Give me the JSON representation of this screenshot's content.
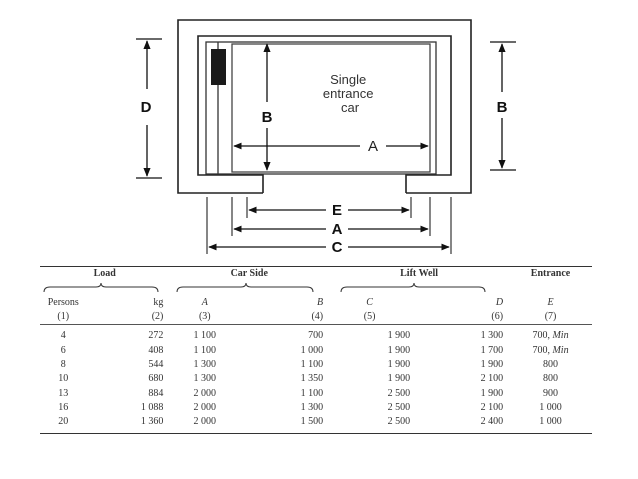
{
  "diagram": {
    "car_label_lines": [
      "Single",
      "entrance",
      "car"
    ],
    "labels": {
      "D": "D",
      "B_inner": "B",
      "B_outer": "B",
      "A_inner": "A",
      "E": "E",
      "A_lower": "A",
      "C": "C"
    }
  },
  "table": {
    "groups": [
      "Load",
      "Car Side",
      "Lift Well",
      "Entrance"
    ],
    "sub_headers": [
      "Persons",
      "kg",
      "A",
      "B",
      "C",
      "D",
      "E"
    ],
    "col_numbers": [
      "(1)",
      "(2)",
      "(3)",
      "(4)",
      "(5)",
      "(6)",
      "(7)"
    ],
    "rows": [
      {
        "persons": "4",
        "kg": "272",
        "A": "1 100",
        "B": "700",
        "C": "1 900",
        "D": "1 300",
        "E": "700, ",
        "E_min": "Min"
      },
      {
        "persons": "6",
        "kg": "408",
        "A": "1 100",
        "B": "1 000",
        "C": "1 900",
        "D": "1 700",
        "E": "700, ",
        "E_min": "Min"
      },
      {
        "persons": "8",
        "kg": "544",
        "A": "1 300",
        "B": "1 100",
        "C": "1 900",
        "D": "1 900",
        "E": "800",
        "E_min": ""
      },
      {
        "persons": "10",
        "kg": "680",
        "A": "1 300",
        "B": "1 350",
        "C": "1 900",
        "D": "2 100",
        "E": "800",
        "E_min": ""
      },
      {
        "persons": "13",
        "kg": "884",
        "A": "2 000",
        "B": "1 100",
        "C": "2 500",
        "D": "1 900",
        "E": "900",
        "E_min": ""
      },
      {
        "persons": "16",
        "kg": "1 088",
        "A": "2 000",
        "B": "1 300",
        "C": "2 500",
        "D": "2 100",
        "E": "1 000",
        "E_min": ""
      },
      {
        "persons": "20",
        "kg": "1 360",
        "A": "2 000",
        "B": "1 500",
        "C": "2 500",
        "D": "2 400",
        "E": "1 000",
        "E_min": ""
      }
    ]
  }
}
